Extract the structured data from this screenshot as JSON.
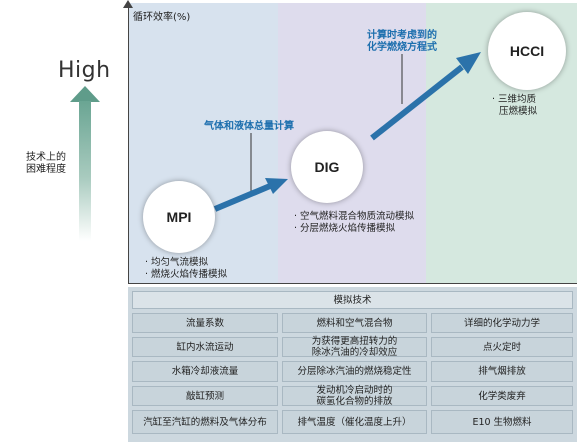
{
  "axis": {
    "y_label": "循环效率(%)",
    "high_label": "High",
    "left_label_line1": "技术上的",
    "left_label_line2": "困难程度"
  },
  "stages": {
    "mpi": {
      "name": "MPI",
      "notes": [
        "· 均匀气流模拟",
        "· 燃烧火焰传播模拟"
      ]
    },
    "dig": {
      "name": "DIG",
      "notes": [
        "· 空气燃料混合物质流动模拟",
        "· 分层燃烧火焰传播模拟"
      ]
    },
    "hcci": {
      "name": "HCCI",
      "notes": [
        "· 三维均质",
        "压燃模拟"
      ]
    }
  },
  "transitions": {
    "mpi_to_dig": "气体和液体总量计算",
    "dig_to_hcci_line1": "计算时考虑到的",
    "dig_to_hcci_line2": "化学燃烧方程式"
  },
  "simulation_table": {
    "header": "模拟技术",
    "columns": [
      [
        "流量系数",
        "缸内水流运动",
        "水箱冷却液流量",
        "敲缸预测",
        "汽缸至汽缸的燃料及气体分布"
      ],
      [
        "燃料和空气混合物",
        "为获得更高扭转力的\n除冰汽油的冷却效应",
        "分层除冰汽油的燃烧稳定性",
        "发动机冷启动时的\n碳氢化合物的排放",
        "排气温度（催化温度上升）"
      ],
      [
        "详细的化学动力学",
        "点火定时",
        "排气烟排放",
        "化学类废弃",
        "E10 生物燃料"
      ]
    ]
  },
  "colors": {
    "band_mpi": "#d7e2ee",
    "band_dig": "#dedced",
    "band_hcci": "#d5e8df",
    "arrow_blue": "#2b72aa",
    "accent_text": "#1d6fae",
    "high_arrow": "#5f9c8a"
  },
  "icons": {
    "transition_arrow": "diagonal-arrow-icon",
    "difficulty_arrow": "up-arrow-icon"
  }
}
